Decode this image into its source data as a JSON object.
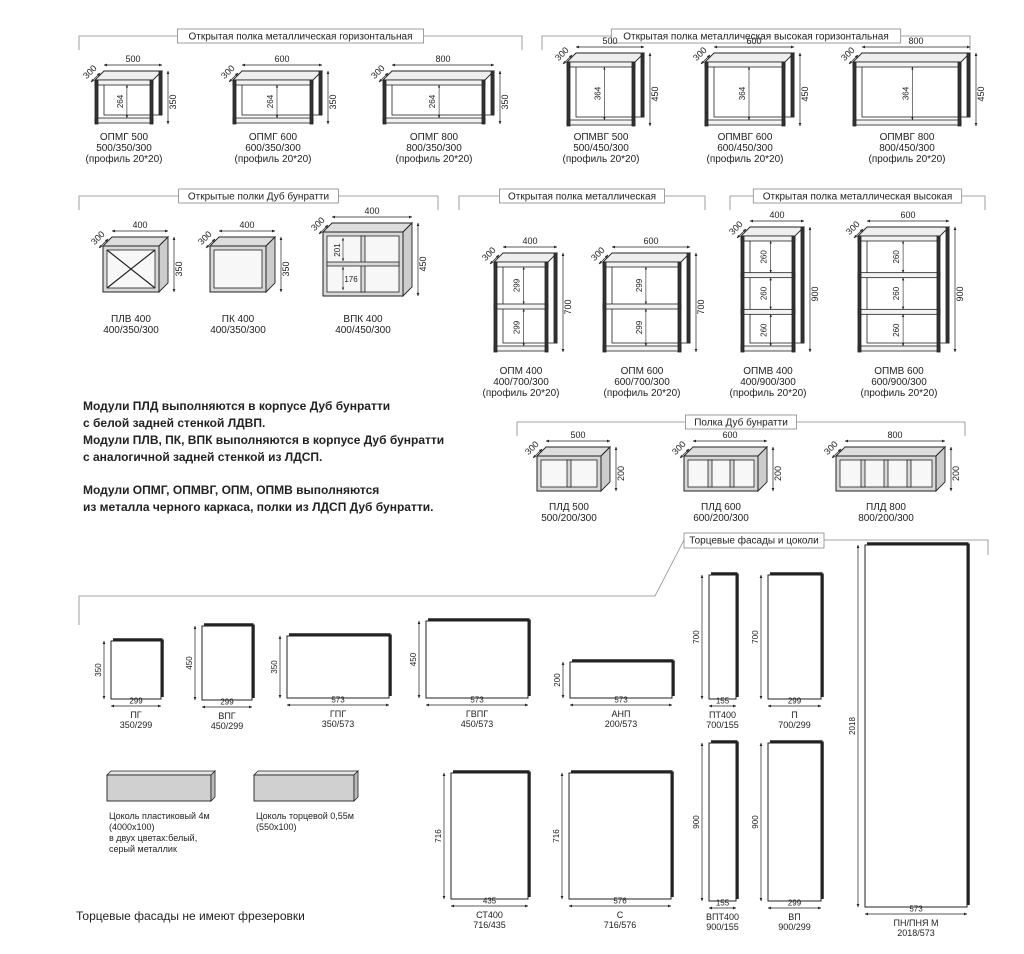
{
  "sections": {
    "opmg": "Открытая полка металлическая горизонтальная",
    "opmvg": "Открытая полка металлическая высокая горизонтальная",
    "oak": "Открытые полки Дуб бунратти",
    "opm": "Открытая полка металлическая",
    "opmv": "Открытая полка металлическая высокая",
    "pld": "Полка Дуб бунратти",
    "facades": "Торцевые фасады и цоколи"
  },
  "items": [
    {
      "name": "ОПМГ 500",
      "size": "500/350/300",
      "extra": "(профиль 20*20)",
      "width": "500",
      "depth": "300",
      "height": "350",
      "inner": "264"
    },
    {
      "name": "ОПМГ 600",
      "size": "600/350/300",
      "extra": "(профиль 20*20)",
      "width": "600",
      "depth": "300",
      "height": "350",
      "inner": "264"
    },
    {
      "name": "ОПМГ 800",
      "size": "800/350/300",
      "extra": "(профиль 20*20)",
      "width": "800",
      "depth": "300",
      "height": "350",
      "inner": "264"
    },
    {
      "name": "ОПМВГ 500",
      "size": "500/450/300",
      "extra": "(профиль 20*20)",
      "width": "500",
      "depth": "300",
      "height": "450",
      "inner": "364"
    },
    {
      "name": "ОПМВГ 600",
      "size": "600/450/300",
      "extra": "(профиль 20*20)",
      "width": "600",
      "depth": "300",
      "height": "450",
      "inner": "364"
    },
    {
      "name": "ОПМВГ 800",
      "size": "800/450/300",
      "extra": "(профиль 20*20)",
      "width": "800",
      "depth": "300",
      "height": "450",
      "inner": "364"
    },
    {
      "name": "ПЛВ 400",
      "size": "400/350/300",
      "width": "400",
      "depth": "300",
      "height": "350"
    },
    {
      "name": "ПК 400",
      "size": "400/350/300",
      "width": "400",
      "depth": "300",
      "height": "350"
    },
    {
      "name": "ВПК 400",
      "size": "400/450/300",
      "width": "400",
      "depth": "300",
      "height": "450",
      "inner": "201",
      "inner2": "176"
    },
    {
      "name": "ОПМ 400",
      "size": "400/700/300",
      "extra": "(профиль 20*20)",
      "width": "400",
      "depth": "300",
      "height": "700",
      "inner": "299"
    },
    {
      "name": "ОПМ 600",
      "size": "600/700/300",
      "extra": "(профиль 20*20)",
      "width": "600",
      "depth": "300",
      "height": "700",
      "inner": "299"
    },
    {
      "name": "ОПМВ 400",
      "size": "400/900/300",
      "extra": "(профиль 20*20)",
      "width": "400",
      "depth": "300",
      "height": "900",
      "inner": "260"
    },
    {
      "name": "ОПМВ 600",
      "size": "600/900/300",
      "extra": "(профиль 20*20)",
      "width": "600",
      "depth": "300",
      "height": "900",
      "inner": "260"
    },
    {
      "name": "ПЛД 500",
      "size": "500/200/300",
      "width": "500",
      "depth": "300",
      "height": "200"
    },
    {
      "name": "ПЛД 600",
      "size": "600/200/300",
      "width": "600",
      "depth": "300",
      "height": "200"
    },
    {
      "name": "ПЛД 800",
      "size": "800/200/300",
      "width": "800",
      "depth": "300",
      "height": "200"
    }
  ],
  "notes": [
    "Модули ПЛД выполняются в корпусе Дуб бунратти",
    "с белой задней стенкой ЛДВП.",
    "Модули ПЛВ, ПК, ВПК выполняются в корпусе Дуб бунратти",
    "с аналогичной задней стенкой из ЛДСП.",
    "Модули ОПМГ, ОПМВГ, ОПМ, ОПМВ выполняются",
    "из металла черного каркаса, полки из ЛДСП Дуб бунратти."
  ],
  "panels": [
    {
      "name": "ПГ",
      "size": "350/299",
      "w": "299",
      "h": "350"
    },
    {
      "name": "ВПГ",
      "size": "450/299",
      "w": "299",
      "h": "450"
    },
    {
      "name": "ГПГ",
      "size": "350/573",
      "w": "573",
      "h": "350"
    },
    {
      "name": "ГВПГ",
      "size": "450/573",
      "w": "573",
      "h": "450"
    },
    {
      "name": "АНП",
      "size": "200/573",
      "w": "573",
      "h": "200"
    },
    {
      "name": "ПТ400",
      "size": "700/155",
      "w": "155",
      "h": "700"
    },
    {
      "name": "П",
      "size": "700/299",
      "w": "299",
      "h": "700"
    },
    {
      "name": "ПН/ПНЯ М",
      "size": "2018/573",
      "w": "573",
      "h": "2018"
    },
    {
      "name": "СТ400",
      "size": "716/435",
      "w": "435",
      "h": "716"
    },
    {
      "name": "С",
      "size": "716/576",
      "w": "576",
      "h": "716"
    },
    {
      "name": "ВПТ400",
      "size": "900/155",
      "w": "155",
      "h": "900"
    },
    {
      "name": "ВП",
      "size": "900/299",
      "w": "299",
      "h": "900"
    }
  ],
  "plinths": [
    {
      "lines": [
        "Цоколь пластиковый 4м",
        "(4000х100)",
        "в двух цветах:белый,",
        "серый металлик"
      ]
    },
    {
      "lines": [
        "Цоколь торцевой 0,55м",
        "(550х100)"
      ]
    }
  ],
  "footer_note": "Торцевые фасады не имеют фрезеровки"
}
